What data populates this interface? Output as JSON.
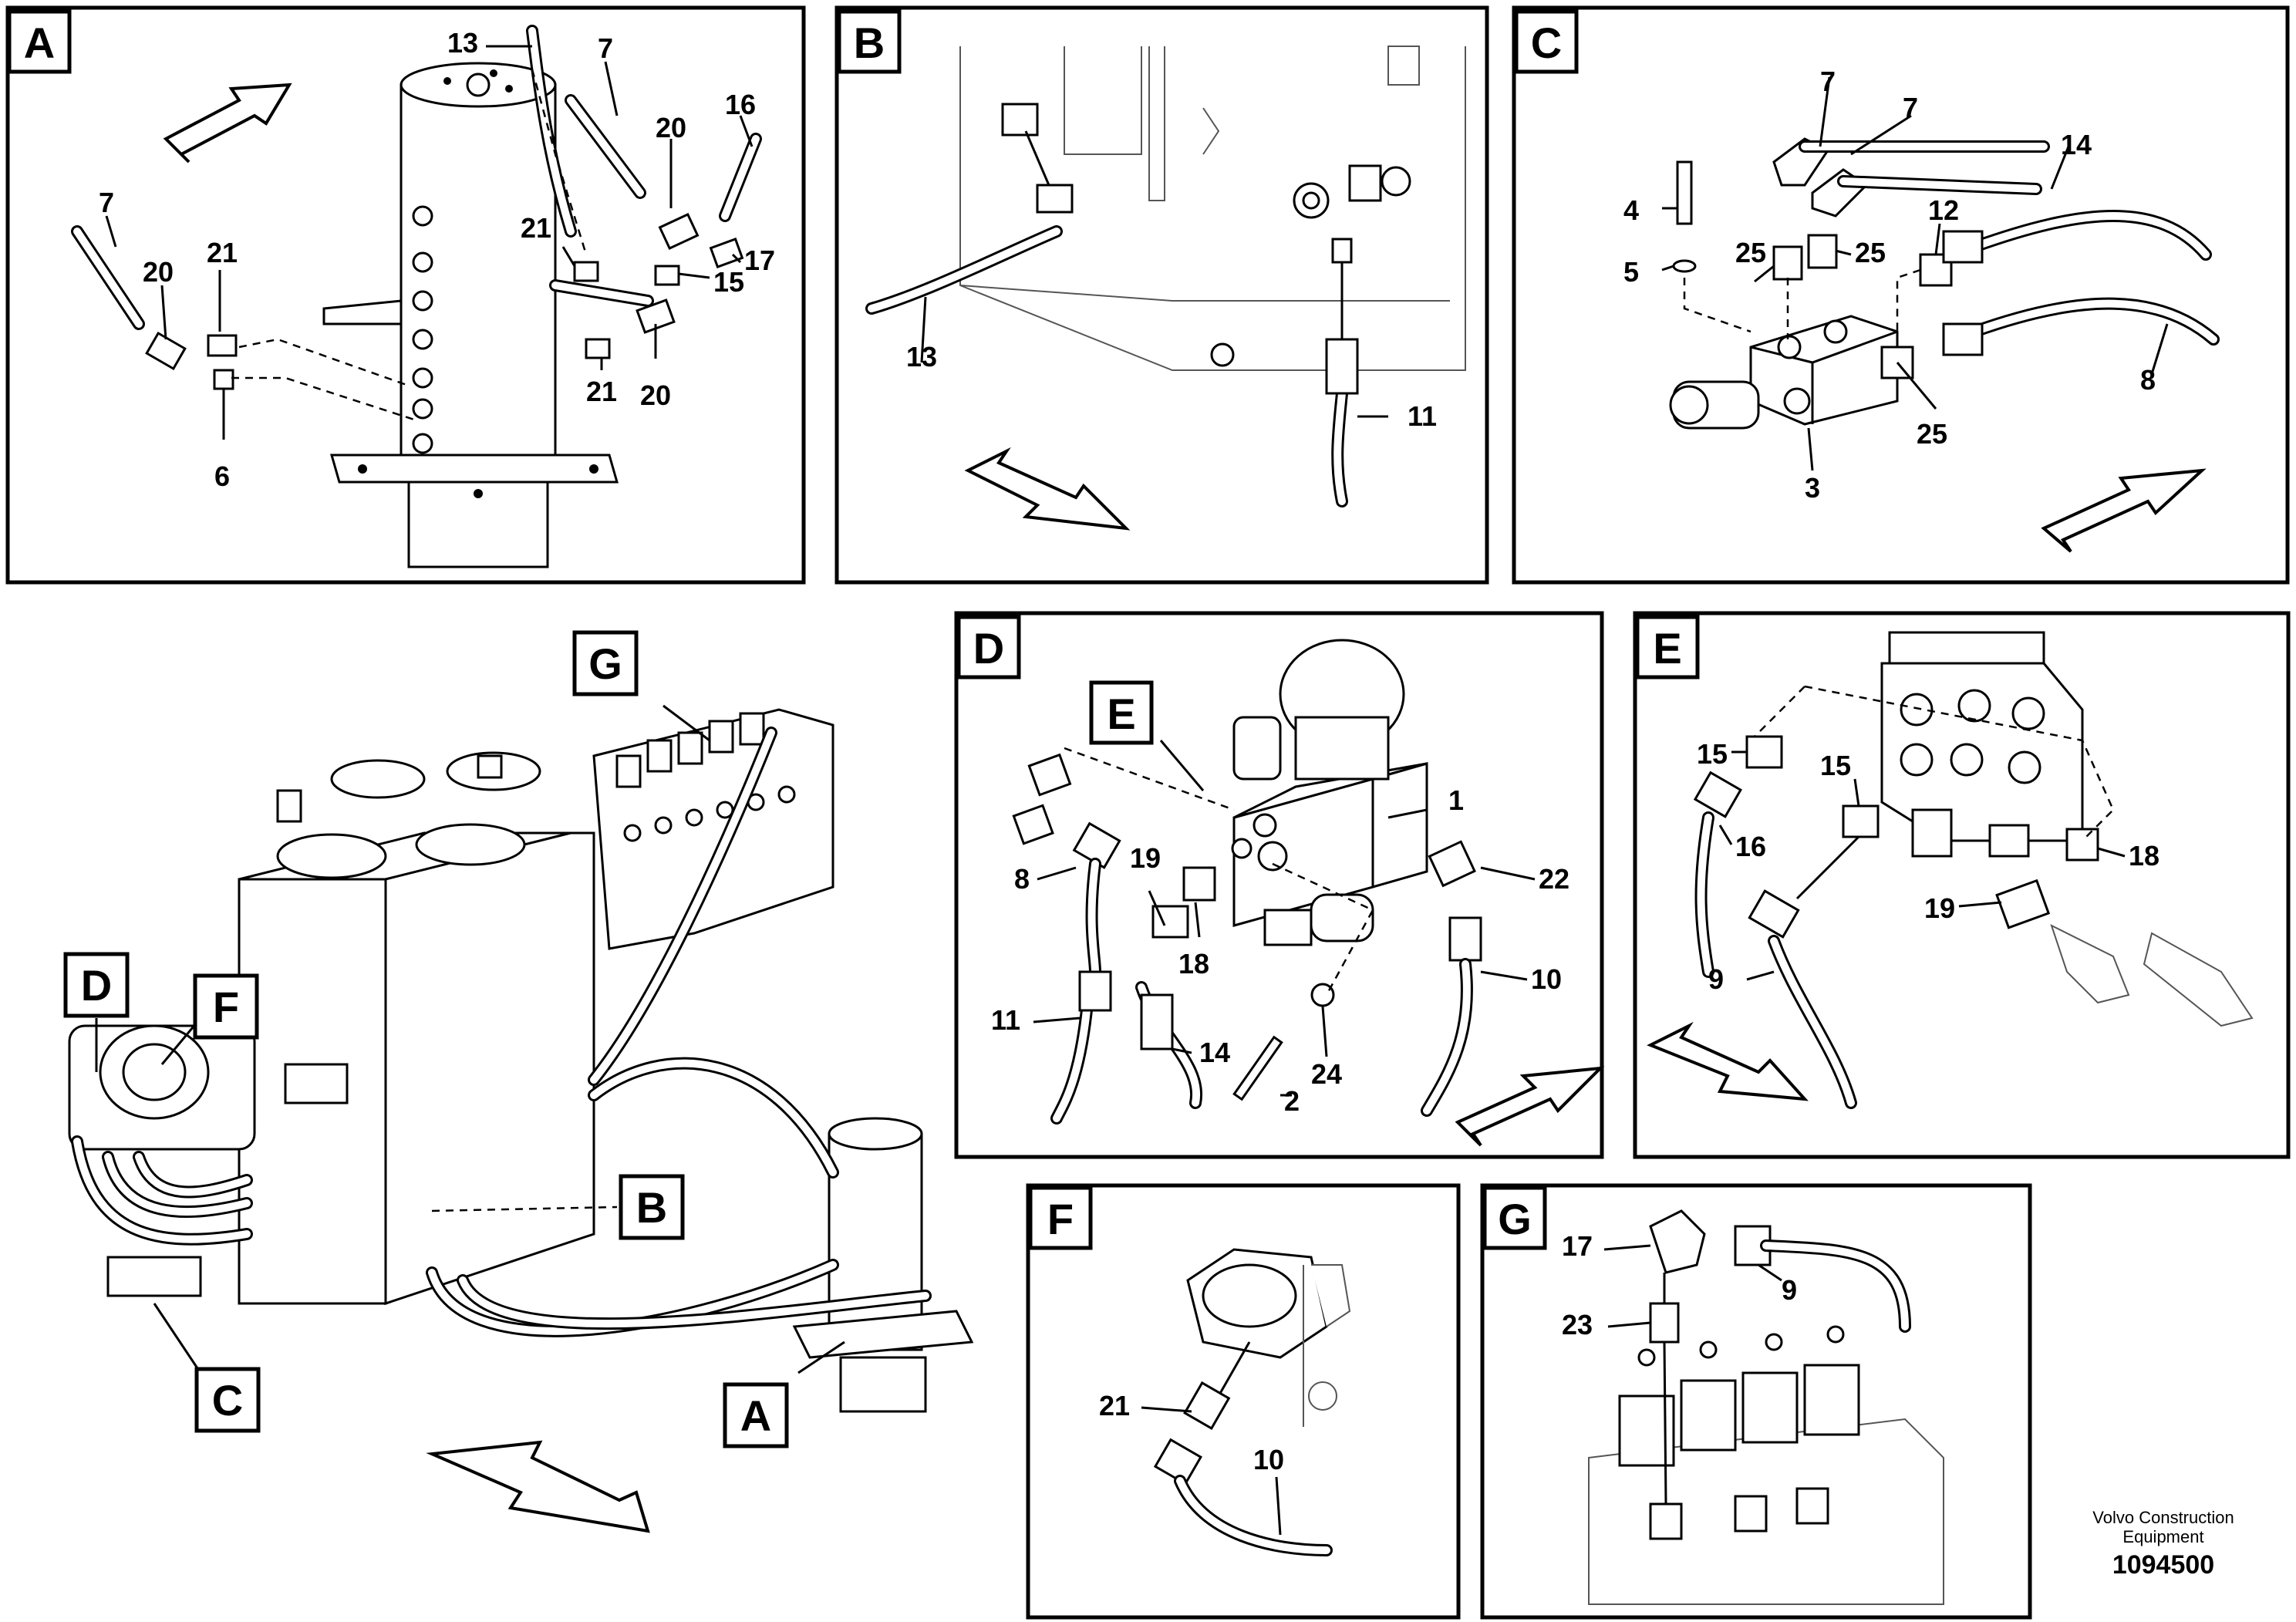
{
  "panels": {
    "A": {
      "tag": "A",
      "callouts": [
        "13",
        "7",
        "20",
        "16",
        "7",
        "21",
        "15",
        "17",
        "20",
        "21",
        "21",
        "20",
        "6"
      ]
    },
    "B": {
      "tag": "B",
      "callouts": [
        "13",
        "11"
      ]
    },
    "C": {
      "tag": "C",
      "callouts": [
        "7",
        "7",
        "14",
        "4",
        "12",
        "25",
        "25",
        "5",
        "25",
        "8",
        "3"
      ]
    },
    "D": {
      "tag": "D",
      "inner_tag": "E",
      "callouts": [
        "1",
        "19",
        "22",
        "8",
        "18",
        "10",
        "11",
        "14",
        "24",
        "2"
      ]
    },
    "E": {
      "tag": "E",
      "callouts": [
        "15",
        "15",
        "16",
        "18",
        "19",
        "9"
      ]
    },
    "F": {
      "tag": "F",
      "callouts": [
        "21",
        "10"
      ]
    },
    "G": {
      "tag": "G",
      "callouts": [
        "17",
        "9",
        "23"
      ]
    }
  },
  "overview": {
    "tags": [
      "G",
      "D",
      "F",
      "B",
      "C",
      "A"
    ]
  },
  "footer": {
    "company_line1": "Volvo Construction",
    "company_line2": "Equipment",
    "drawing_number": "1094500"
  }
}
